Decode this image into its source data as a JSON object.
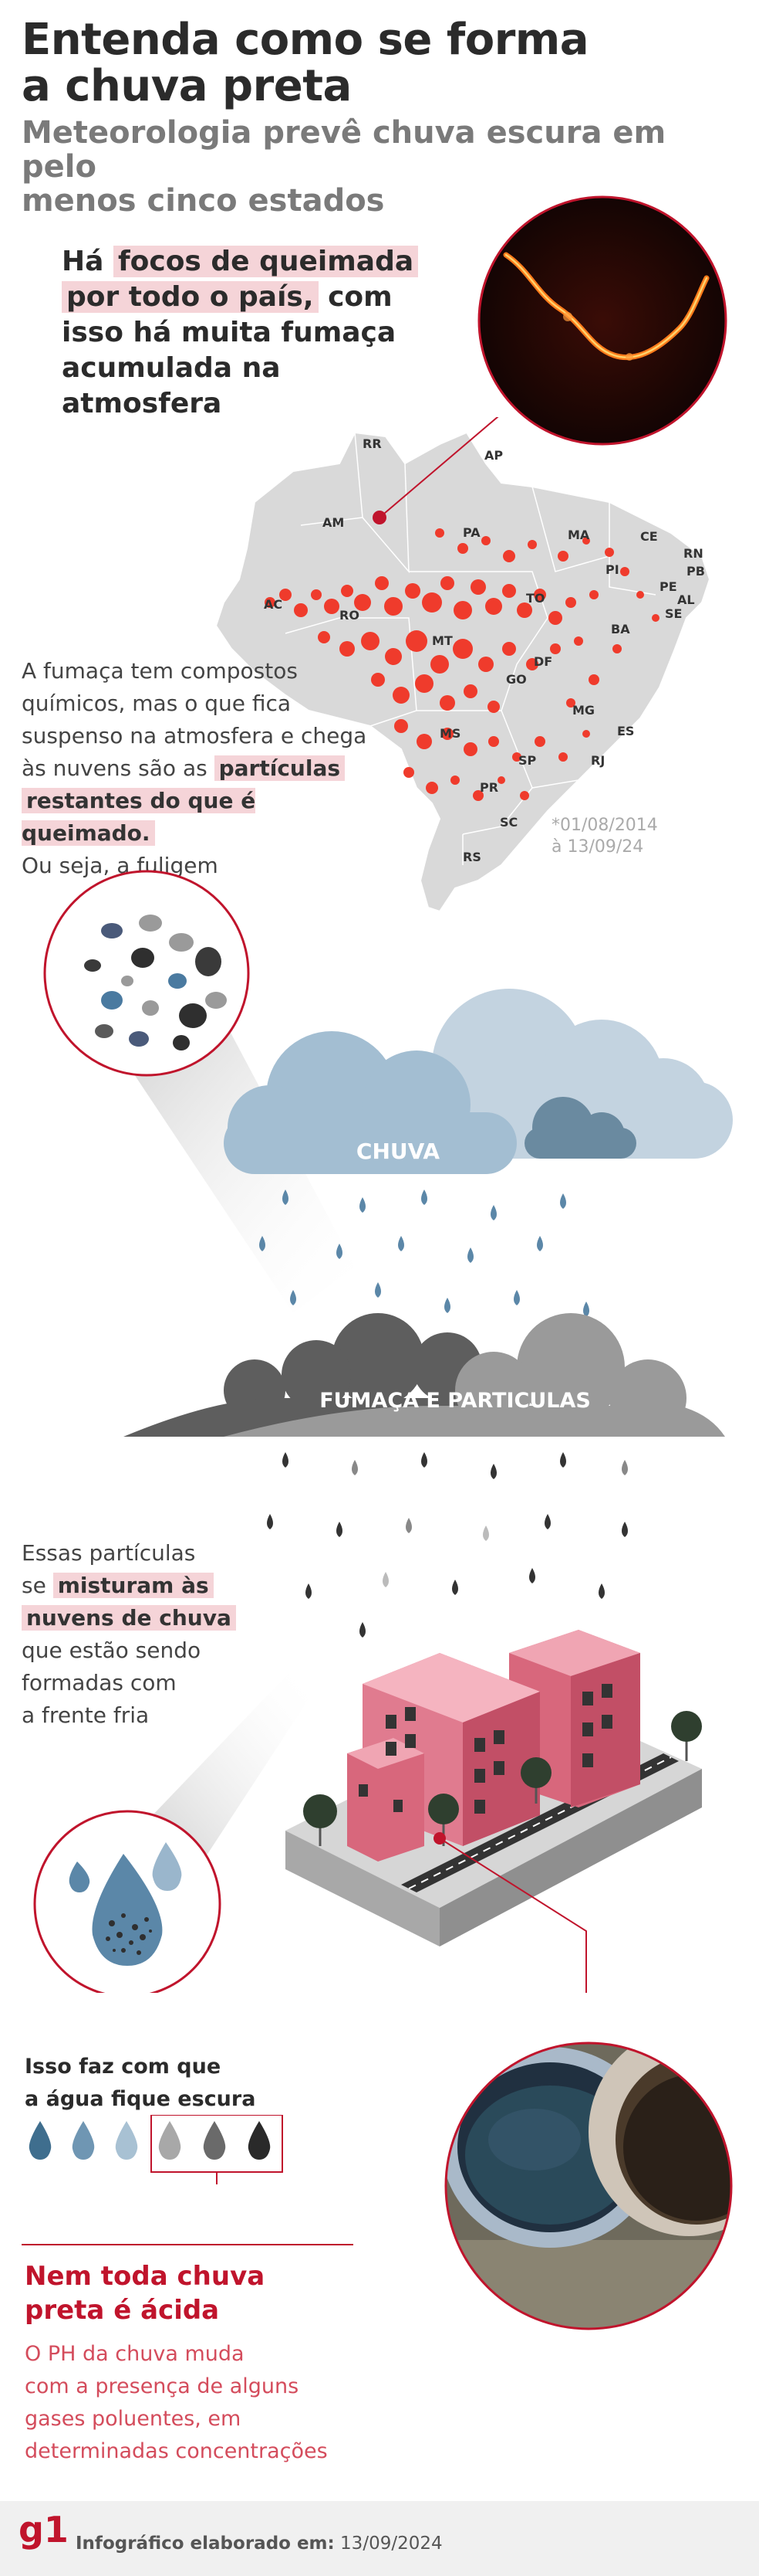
{
  "header": {
    "title": "Entenda como se forma\na chuva preta",
    "subtitle": "Meteorologia prevê chuva escura em pelo\nmenos cinco estados"
  },
  "section_fires": {
    "p1": "Há ",
    "h1": "focos de queimada",
    "h2": "por todo o país,",
    "p2": " com",
    "p3": "isso há muita fumaça",
    "p4": "acumulada na",
    "p5": "atmosfera"
  },
  "map": {
    "states": [
      "RR",
      "AP",
      "AM",
      "PA",
      "MA",
      "CE",
      "RN",
      "PB",
      "PI",
      "PE",
      "AL",
      "SE",
      "AC",
      "RO",
      "TO",
      "BA",
      "MT",
      "DF",
      "GO",
      "MG",
      "ES",
      "MS",
      "SP",
      "RJ",
      "PR",
      "SC",
      "RS"
    ],
    "date_range_line1": "*01/08/2014",
    "date_range_line2": "à 13/09/24",
    "fire_color": "#ef3b2c",
    "land_color": "#d9d9d9"
  },
  "section_smoke": {
    "l1": "A fumaça tem compostos",
    "l2": "químicos, mas o que fica",
    "l3": "suspenso na atmosfera e chega",
    "l4a": "às nuvens são as ",
    "l4b": "partículas",
    "l5": "restantes do que é queimado.",
    "l6": "Ou seja, a fuligem"
  },
  "clouds": {
    "rain_label": "CHUVA",
    "smoke_label": "FUMAÇA E PARTICULAS",
    "rain_cloud_color": "#b8cad9",
    "smoke_cloud_color": "#8f8f8f"
  },
  "section_mix": {
    "l1": "Essas partículas",
    "l2a": "se ",
    "l2b": "misturam às",
    "l3": "nuvens de chuva",
    "l4": "que estão sendo",
    "l5": "formadas com",
    "l6": "a frente fria"
  },
  "section_dark": {
    "l1": "Isso faz com que",
    "l2": "a água fique escura"
  },
  "section_acid": {
    "heading1": "Nem toda chuva",
    "heading2": "preta é ácida",
    "l1": "O PH da chuva muda",
    "l2": "com a presença de alguns",
    "l3": "gases poluentes, em",
    "l4": "determinadas concentrações"
  },
  "footer": {
    "logo": "g1",
    "credit_label": "Infográfico elaborado em:",
    "credit_date": "13/09/2024"
  }
}
